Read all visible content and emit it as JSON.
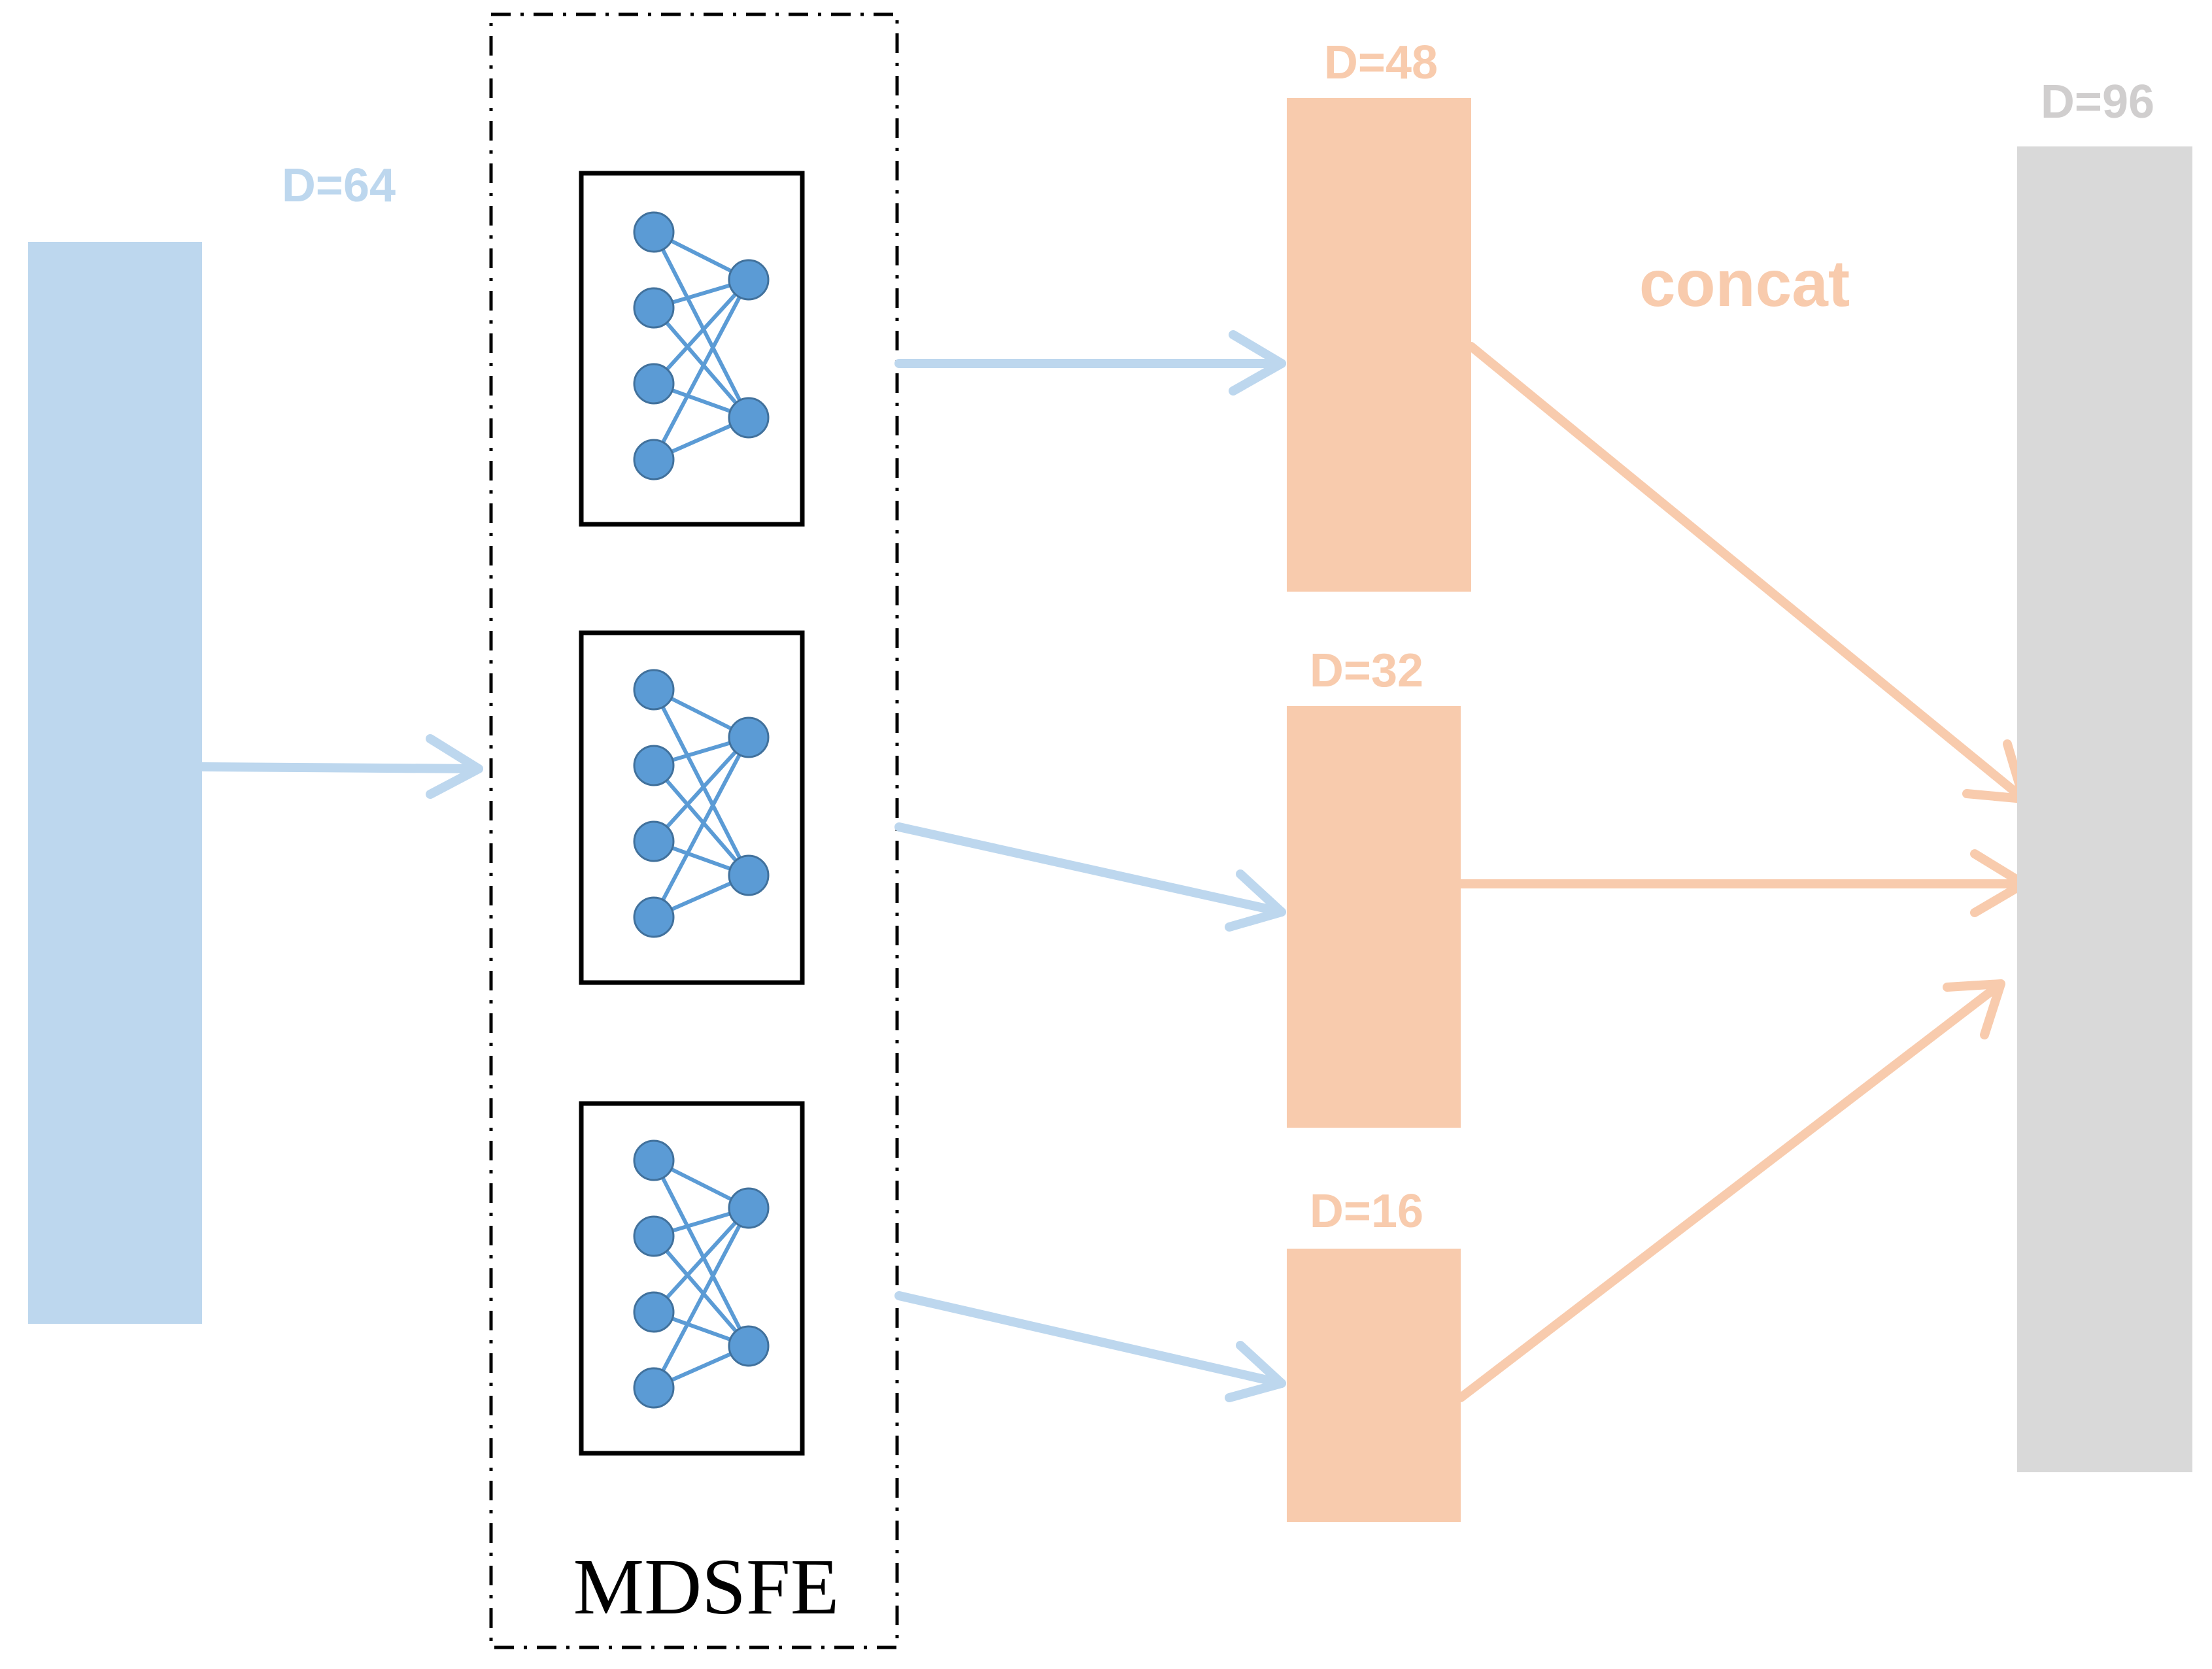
{
  "colors": {
    "input_block": "#bdd7ee",
    "flow_blue": "#bdd7ee",
    "node_fill": "#5b9bd5",
    "node_stroke": "#41719c",
    "edge_blue": "#5b9bd5",
    "output_block": "#f8cbad",
    "flow_orange": "#f8cbad",
    "concat_block": "#d9d9d9",
    "concat_label": "#d0cece",
    "outline": "#000000"
  },
  "input": {
    "label": "D=64"
  },
  "module": {
    "label": "MDSFE",
    "extractors": [
      {},
      {},
      {}
    ]
  },
  "branches": [
    {
      "label": "D=48"
    },
    {
      "label": "D=32"
    },
    {
      "label": "D=16"
    }
  ],
  "concat": {
    "op_label": "concat",
    "label": "D=96"
  }
}
